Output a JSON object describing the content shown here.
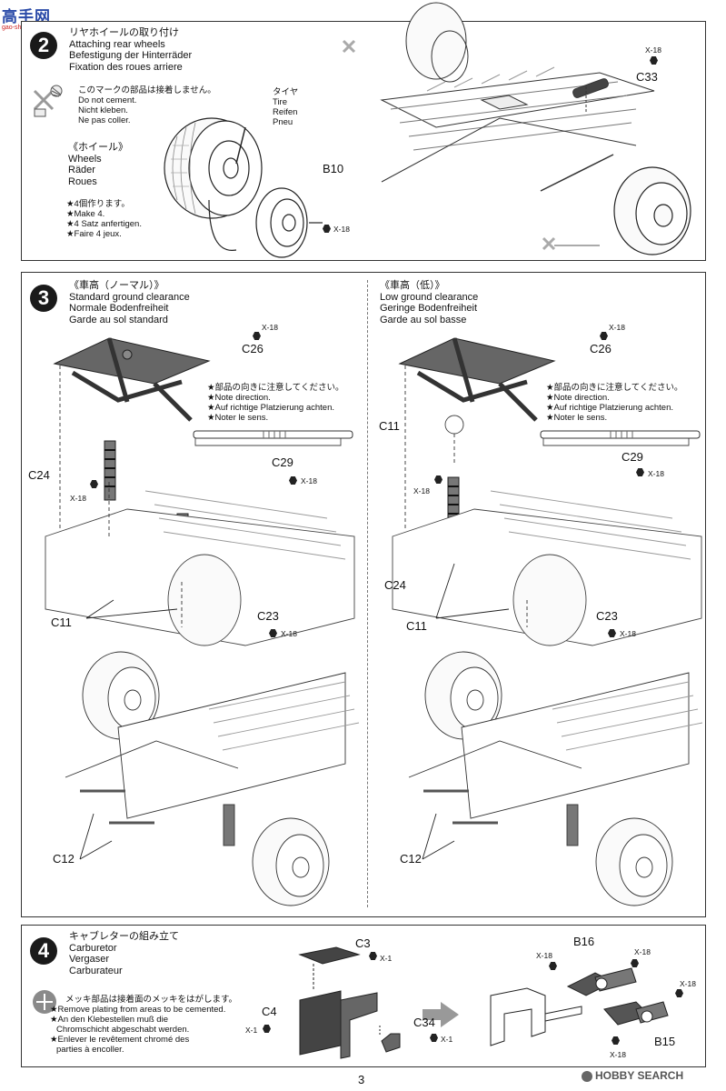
{
  "watermark": {
    "top": "高手网",
    "sub": "gao-shou.com"
  },
  "step2": {
    "number": "2",
    "title_jp": "リヤホイールの取り付け",
    "title_en": "Attaching rear wheels",
    "title_de": "Befestigung der Hinterräder",
    "title_fr": "Fixation des roues arriere",
    "nocement_jp": "このマークの部品は接着しません。",
    "nocement_en": "Do not cement.",
    "nocement_de": "Nicht kleben.",
    "nocement_fr": "Ne pas coller.",
    "wheels_jp": "《ホイール》",
    "wheels_en": "Wheels",
    "wheels_de": "Räder",
    "wheels_fr": "Roues",
    "make_jp": "★4個作ります。",
    "make_en": "★Make 4.",
    "make_de": "★4 Satz anfertigen.",
    "make_fr": "★Faire 4 jeux.",
    "tire_jp": "タイヤ",
    "tire_en": "Tire",
    "tire_de": "Reifen",
    "tire_fr": "Pneu",
    "part_b10": "B10",
    "x18": "X-18",
    "part_c33": "C33"
  },
  "step3": {
    "number": "3",
    "left": {
      "title_jp": "《車高（ノーマル）》",
      "title_en": "Standard ground clearance",
      "title_de": "Normale Bodenfreiheit",
      "title_fr": "Garde au sol standard"
    },
    "right": {
      "title_jp": "《車高（低）》",
      "title_en": "Low ground clearance",
      "title_de": "Geringe Bodenfreiheit",
      "title_fr": "Garde au sol basse"
    },
    "note_jp": "★部品の向きに注意してください。",
    "note_en": "★Note direction.",
    "note_de": "★Auf richtige Platzierung achten.",
    "note_fr": "★Noter le sens.",
    "parts": {
      "c26": "C26",
      "c24": "C24",
      "c29": "C29",
      "c23": "C23",
      "c11": "C11",
      "c12": "C12",
      "x18": "X-18"
    }
  },
  "step4": {
    "number": "4",
    "title_jp": "キャブレターの組み立て",
    "title_en": "Carburetor",
    "title_de": "Vergaser",
    "title_fr": "Carburateur",
    "plating_jp": "メッキ部品は接着面のメッキをはがします。",
    "plating_en": "★Remove plating from areas to be cemented.",
    "plating_de1": "★An den Klebestellen muß die",
    "plating_de2": "Chromschicht abgeschabt werden.",
    "plating_fr1": "★Enlever le revêtement chromé des",
    "plating_fr2": "parties à encoller.",
    "parts": {
      "c3": "C3",
      "c4": "C4",
      "c34": "C34",
      "b16": "B16",
      "b15": "B15",
      "x1": "X-1",
      "x18": "X-18"
    }
  },
  "page_number": "3",
  "footer_brand": "HOBBY SEARCH",
  "colors": {
    "ink": "#111111",
    "panel_border": "#333333",
    "plating_badge": "#8a8a8a"
  }
}
